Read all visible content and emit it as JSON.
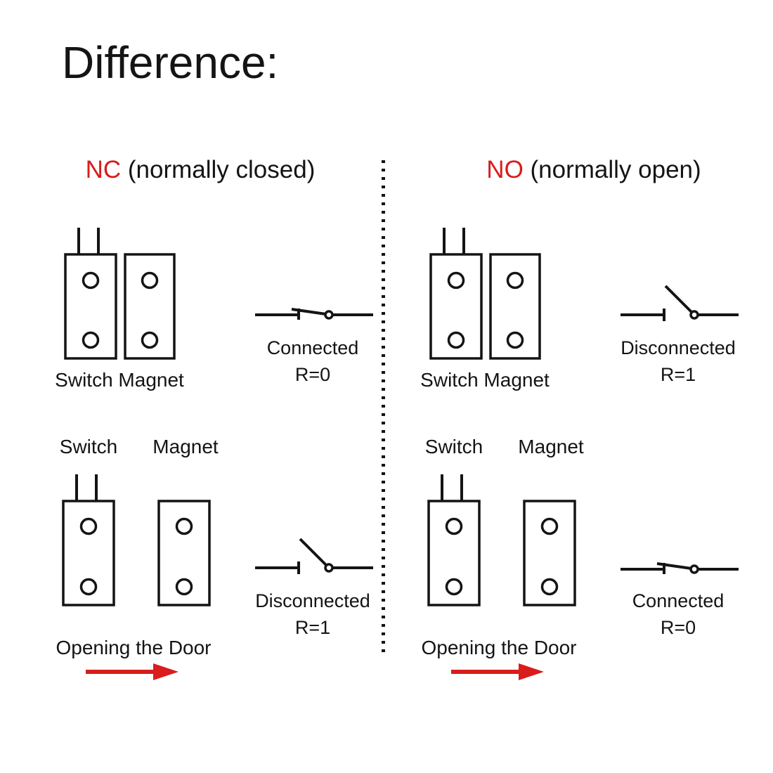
{
  "title": "Difference:",
  "colors": {
    "ink": "#141414",
    "red": "#d91c1c"
  },
  "columns": [
    {
      "heading_abbr": "NC",
      "heading_rest": " (normally closed)",
      "closed": {
        "label": "Switch Magnet",
        "status": "Connected",
        "resistance": "R=0"
      },
      "open": {
        "switch_label": "Switch",
        "magnet_label": "Magnet",
        "status": "Disconnected",
        "resistance": "R=1",
        "action": "Opening the Door"
      }
    },
    {
      "heading_abbr": "NO",
      "heading_rest": " (normally open)",
      "closed": {
        "label": "Switch Magnet",
        "status": "Disconnected",
        "resistance": "R=1"
      },
      "open": {
        "switch_label": "Switch",
        "magnet_label": "Magnet",
        "status": "Connected",
        "resistance": "R=0",
        "action": "Opening the Door"
      }
    }
  ]
}
